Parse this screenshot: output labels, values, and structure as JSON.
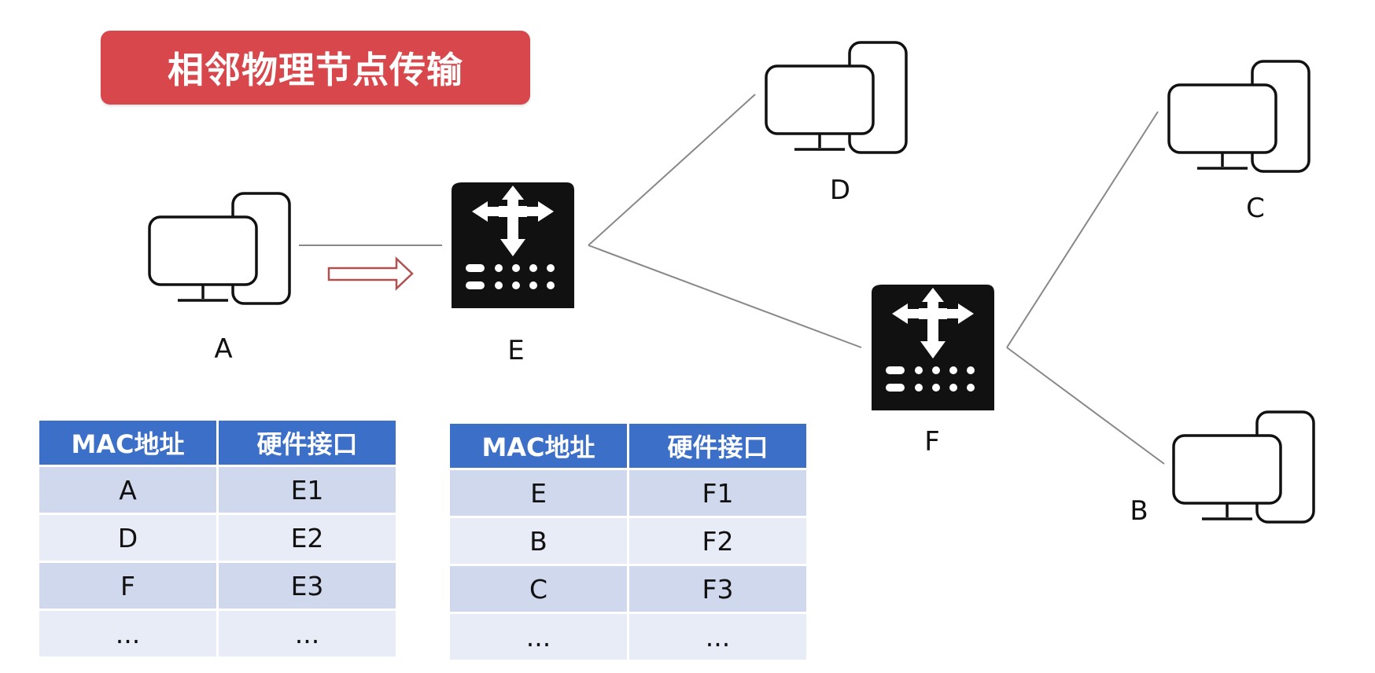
{
  "title": "相邻物理节点传输",
  "nodes": {
    "A": "A",
    "B": "B",
    "C": "C",
    "D": "D",
    "E": "E",
    "F": "F"
  },
  "table_e": {
    "headers": [
      "MAC地址",
      "硬件接口"
    ],
    "rows": [
      [
        "A",
        "E1"
      ],
      [
        "D",
        "E2"
      ],
      [
        "F",
        "E3"
      ],
      [
        "...",
        "..."
      ]
    ]
  },
  "table_f": {
    "headers": [
      "MAC地址",
      "硬件接口"
    ],
    "rows": [
      [
        "E",
        "F1"
      ],
      [
        "B",
        "F2"
      ],
      [
        "C",
        "F3"
      ],
      [
        "...",
        "..."
      ]
    ]
  },
  "colors": {
    "title_bg": "#d7474b",
    "table_header": "#3c6fc7",
    "row_dark": "#cfd8ec",
    "row_light": "#e8ecf6",
    "arrow": "#b05050"
  },
  "icons": [
    "computer-icon",
    "router-icon",
    "arrow-right-icon"
  ]
}
